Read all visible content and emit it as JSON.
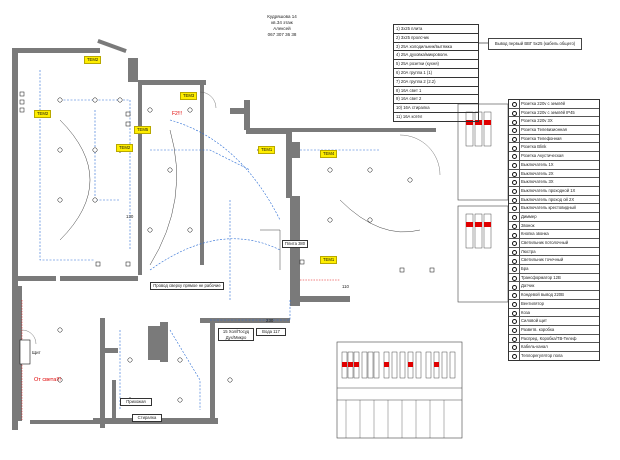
{
  "header": {
    "line1": "Кудряшова 14",
    "line2": "кв.34 этаж",
    "line3": "Алексей",
    "line4": "067 307 36 38"
  },
  "circuits": [
    "1) 3х25 плита",
    "2) 3х25 пролсчик",
    "3) 25А холодильник/вытяжка",
    "4) 25А духовка/микроволн.",
    "5) 25А розетки (кухня)",
    "6) 20А группа 1 (1)",
    "7) 20А группа 2 (2.2)",
    "8) 16А свет 1",
    "9) 16А свет 2",
    "10) 16А стиралка",
    "11) 16А котёл"
  ],
  "note": "Вывод первый ВВГ 5х25 (кабель общего)",
  "legend": [
    "Розетка 220v с землёй",
    "Розетка 220v с землёй IP45",
    "Розетка 220v 3X",
    "Розетка Телевизионная",
    "Розетка Телефонная",
    "Розетка Blink",
    "Розетка Акустическая",
    "Выключатель 1X",
    "Выключатель 2X",
    "Выключатель 3X",
    "Выключатель проходной 1X",
    "Выключатель проход ой 2X",
    "Выключатель крестовидный",
    "Диммер",
    "Звонок",
    "Кнопка звонка",
    "Светильник потолочный",
    "Люстра",
    "Светильник точечный",
    "Бра",
    "Трансформатор 12В",
    "Датчик",
    "Кондевой вывод 220В",
    "Вентилятор",
    "Коза",
    "Силовой щит",
    "Разветв. коробка",
    "Распред. Коробка/ТВ-Телеф",
    "Кабель-канал",
    "Теплорегулятор пола"
  ],
  "labels": {
    "tem1": "ТЕМ2",
    "tem2": "ТЕМ2",
    "tem3": "ТЕМ3",
    "tem4": "ТЕМ2",
    "tem5": "ТЕМ1",
    "tem6": "ТЕМ4",
    "tem7": "ТЕМ1",
    "tem8": "ТЕМ5",
    "f2": "F2!!!",
    "dim130": "130",
    "dim110": "110",
    "dim230": "230",
    "provod": "Провод сверху прямое не рабочие",
    "plita": "Плита 380",
    "hol": "15 Хол/Посуд Дух/Микро",
    "vodo": "Вода 117",
    "schit": "Щит",
    "otsveta": "От света!!!",
    "prihozh": "Прихожая",
    "stirka": "Стиралка"
  },
  "colors": {
    "wall": "#7a7a7a",
    "dash_blue": "#2a6cd4",
    "tag_yellow": "#ffee00",
    "warn_red": "#e00000"
  }
}
